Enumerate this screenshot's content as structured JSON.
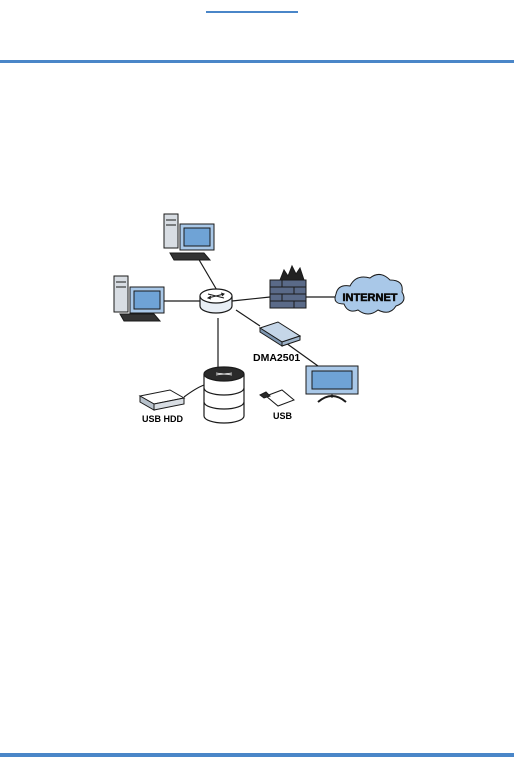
{
  "diagram": {
    "labels": {
      "internet": "INTERNET",
      "device": "DMA2501",
      "usb_hdd": "USB HDD",
      "usb": "USB"
    }
  },
  "colors": {
    "accent": "#4a86c8",
    "device_blue": "#a9c8e8",
    "outline": "#1a1a1a"
  }
}
